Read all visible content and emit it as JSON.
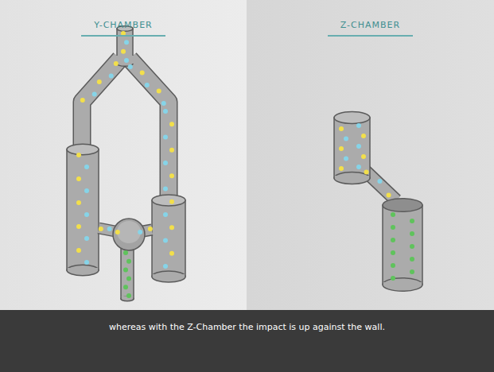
{
  "diagram": {
    "caption": "whereas with the Z-Chamber the impact is up against the wall.",
    "nodes": [
      {
        "text": [
          "Y-CHAMBER"
        ]
      },
      {
        "text": [
          "Z-CHAMBER"
        ]
      }
    ]
  }
}
